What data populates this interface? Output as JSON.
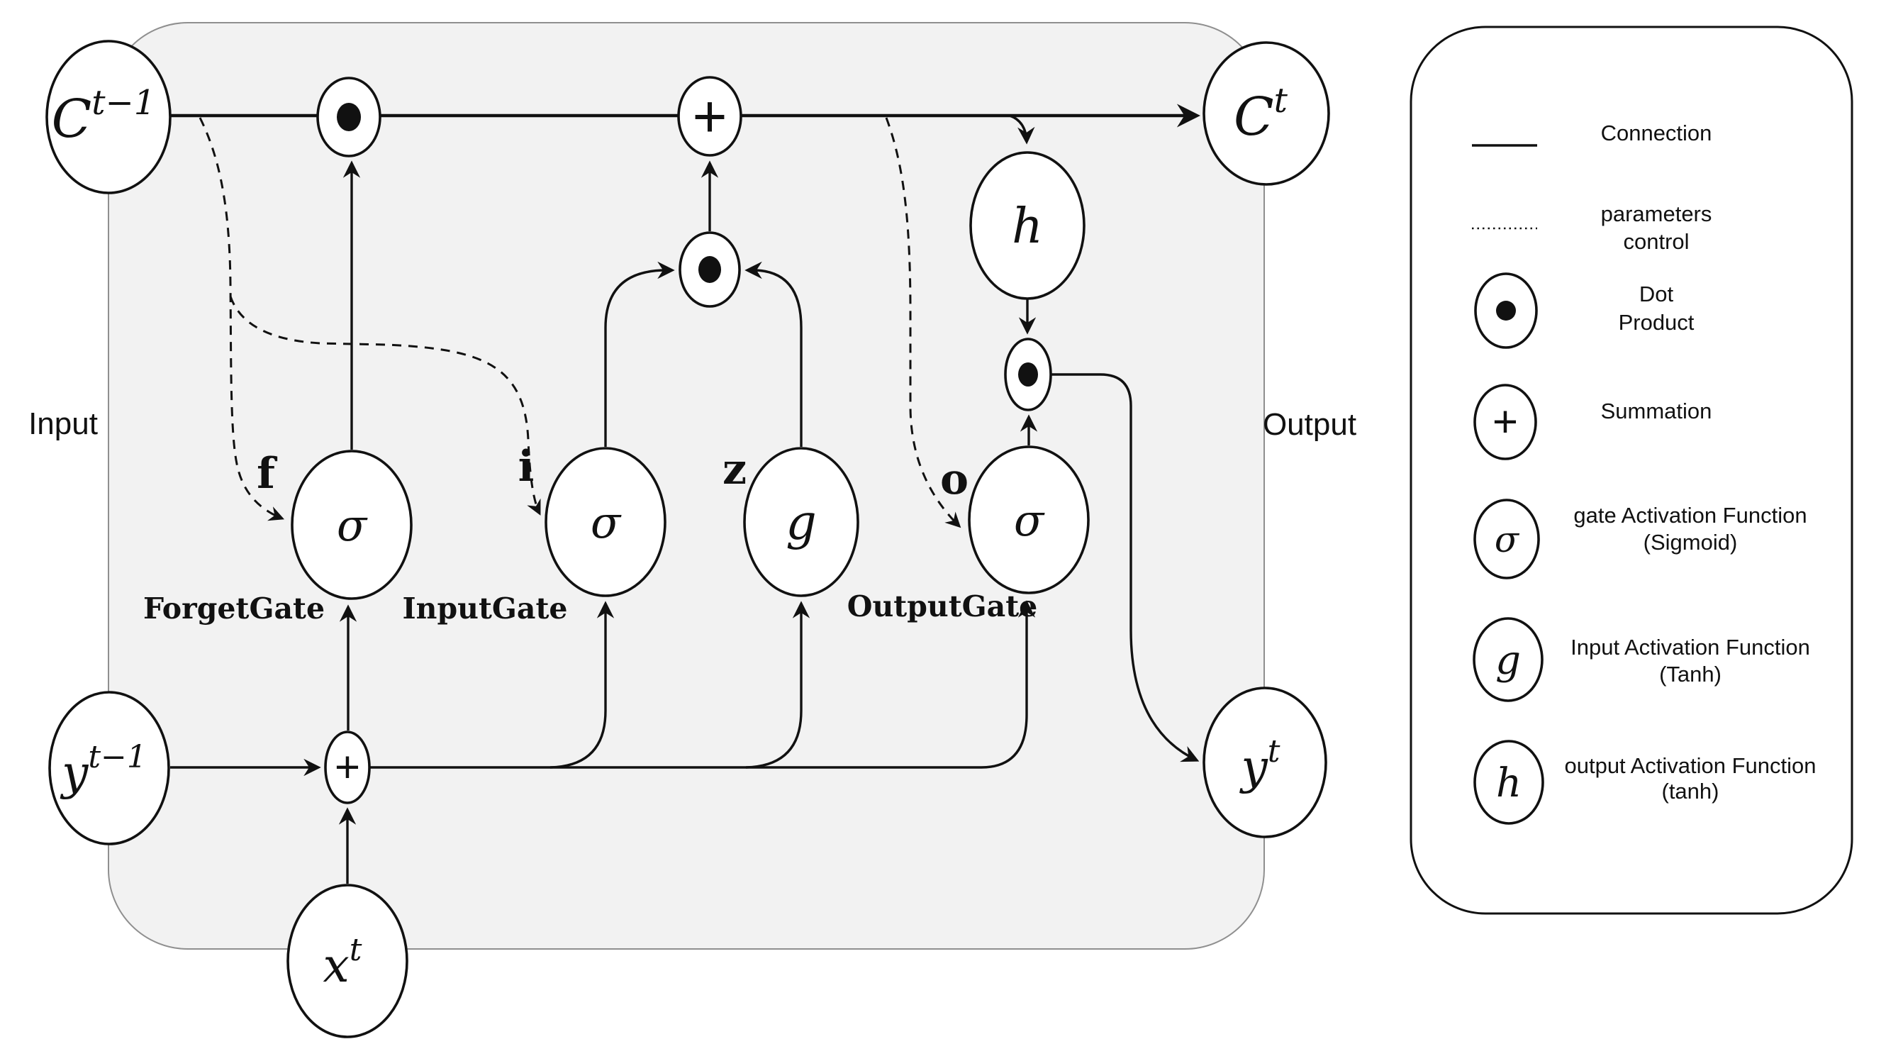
{
  "diagram": {
    "side_labels": {
      "input": "Input",
      "output": "Output"
    },
    "nodes": {
      "c_prev": {
        "base": "C",
        "sup": "t−1"
      },
      "c_next": {
        "base": "C",
        "sup": "t"
      },
      "y_prev": {
        "base": "y",
        "sup": "t−1"
      },
      "y_next": {
        "base": "y",
        "sup": "t"
      },
      "x_input": {
        "base": "x",
        "sup": "t"
      },
      "forget_gate": "σ",
      "input_gate": "σ",
      "output_gate": "σ",
      "block_input": "g",
      "output_activation": "h",
      "sum_top": "+",
      "sum_bottom": "+"
    },
    "gate_tags": {
      "forget": "f",
      "input": "i",
      "block": "z",
      "output": "o"
    },
    "gate_names": {
      "forget": "ForgetGate",
      "input": "InputGate",
      "output": "OutputGate"
    }
  },
  "legend": {
    "items": [
      {
        "icon": "solid-line-sample",
        "symbol": "",
        "lines": [
          "Connection",
          ""
        ]
      },
      {
        "icon": "dotted-line-sample",
        "symbol": "",
        "lines": [
          "parameters",
          "control"
        ]
      },
      {
        "icon": "dot-product-circle",
        "symbol": "",
        "lines": [
          "Dot",
          "Product"
        ]
      },
      {
        "icon": "summation-circle",
        "symbol": "+",
        "lines": [
          "Summation",
          ""
        ]
      },
      {
        "icon": "sigma-circle",
        "symbol": "σ",
        "lines": [
          "gate Activation Function",
          "(Sigmoid)"
        ]
      },
      {
        "icon": "g-circle",
        "symbol": "g",
        "lines": [
          "Input Activation Function",
          "(Tanh)"
        ]
      },
      {
        "icon": "h-circle",
        "symbol": "h",
        "lines": [
          "output Activation Function",
          "(tanh)"
        ]
      }
    ]
  },
  "colors": {
    "cell_fill": "#f2f2f2",
    "cell_border": "#8f8f8f",
    "line": "#111111",
    "node_fill": "#ffffff",
    "background": "#ffffff"
  }
}
